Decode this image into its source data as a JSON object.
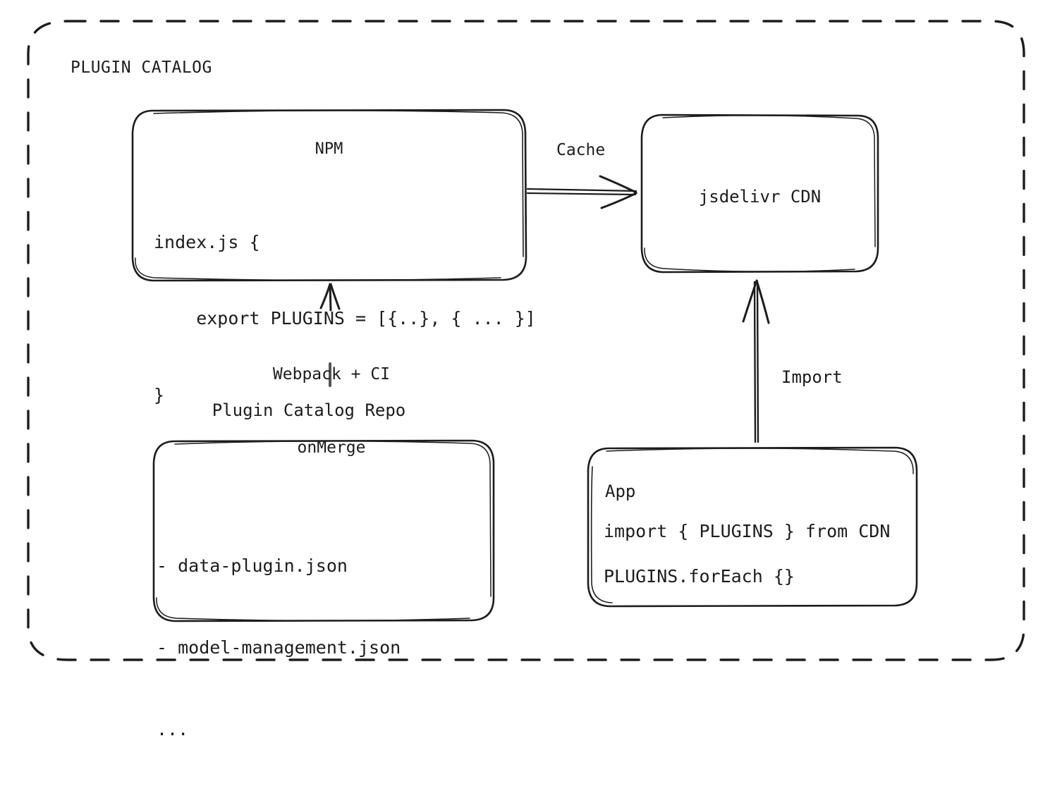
{
  "diagram": {
    "group": {
      "title": "PLUGIN CATALOG",
      "border_style": "dashed",
      "border_color": "#1d1d1d"
    },
    "nodes": {
      "npm": {
        "title": "NPM",
        "code_line1": "index.js {",
        "code_line2": "    export PLUGINS = [{..}, { ... }]",
        "code_line3": "}"
      },
      "cdn": {
        "title": "jsdelivr CDN"
      },
      "repo": {
        "caption": "Plugin Catalog Repo",
        "item1": "- data-plugin.json",
        "item2": "- model-management.json",
        "item3": "..."
      },
      "app": {
        "title": "App",
        "code_line1": "import { PLUGINS } from CDN",
        "code_line2": "PLUGINS.forEach {}"
      }
    },
    "edges": {
      "cache": {
        "label": "Cache",
        "from": "npm",
        "to": "cdn",
        "direction": "right"
      },
      "build": {
        "label_line1": "Webpack + CI",
        "label_line2": "onMerge",
        "from": "repo",
        "to": "npm",
        "direction": "up"
      },
      "import": {
        "label": "Import",
        "from": "app",
        "to": "cdn",
        "direction": "up"
      }
    }
  }
}
